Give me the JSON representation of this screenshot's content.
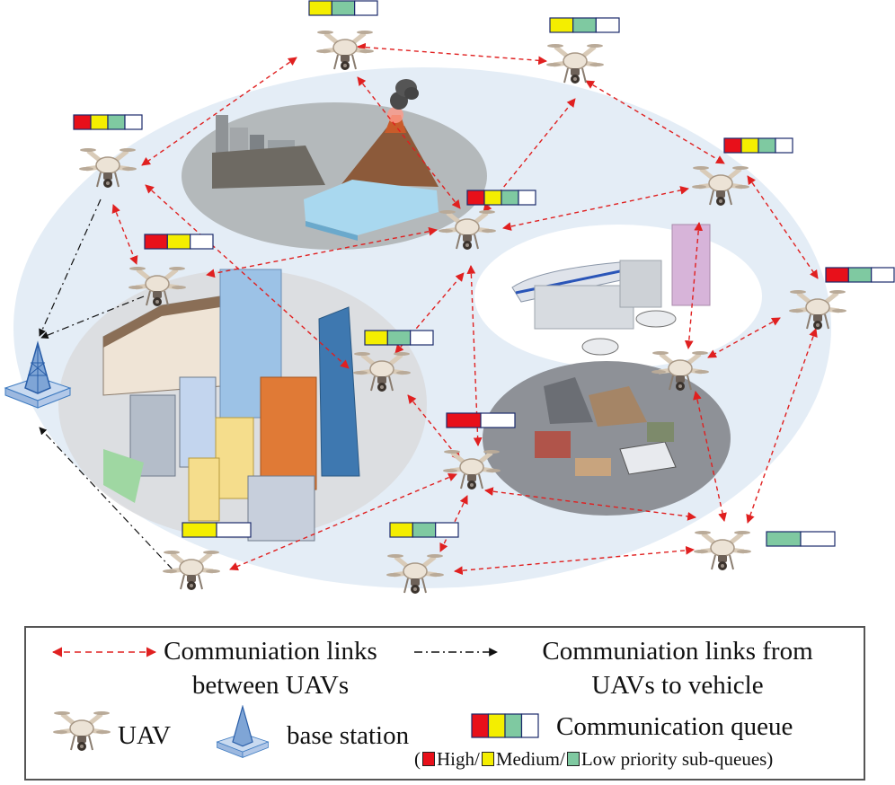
{
  "colors": {
    "high": "#e8101a",
    "medium": "#f4ee00",
    "low": "#7fc9a1",
    "empty": "#ffffff",
    "queue_border": "#1b2a6b",
    "link_uav": "#e02020",
    "link_vehicle": "#111111",
    "ellipse": "#e4edf6",
    "base_station": "#3d7ac0"
  },
  "legend": {
    "uav_links_line1": "Communiation links",
    "uav_links_line2": "between UAVs",
    "vehicle_links_line1": "Communiation links from",
    "vehicle_links_line2": "UAVs to vehicle",
    "uav_label": "UAV",
    "base_station_label": "base station",
    "queue_label": "Communication queue",
    "priority_open": "(",
    "priority_high": "High/",
    "priority_medium": "Medium/",
    "priority_low": "Low priority sub-queues)"
  },
  "uav_queues": [
    {
      "id": "top-center",
      "segments": [
        "medium",
        "low",
        "empty"
      ]
    },
    {
      "id": "top-right",
      "segments": [
        "medium",
        "low",
        "empty"
      ]
    },
    {
      "id": "upper-left",
      "segments": [
        "high",
        "medium",
        "low",
        "empty"
      ]
    },
    {
      "id": "right-upper",
      "segments": [
        "high",
        "medium",
        "low",
        "empty"
      ]
    },
    {
      "id": "center",
      "segments": [
        "high",
        "medium",
        "low",
        "empty"
      ]
    },
    {
      "id": "left-mid",
      "segments": [
        "high",
        "medium",
        "empty"
      ]
    },
    {
      "id": "far-right",
      "segments": [
        "high",
        "low",
        "empty"
      ]
    },
    {
      "id": "middle",
      "segments": [
        "medium",
        "low",
        "empty"
      ]
    },
    {
      "id": "lower-center",
      "segments": [
        "high",
        "empty"
      ]
    },
    {
      "id": "bottom-left",
      "segments": [
        "medium",
        "empty"
      ]
    },
    {
      "id": "bottom-center",
      "segments": [
        "medium",
        "low",
        "empty"
      ]
    },
    {
      "id": "bottom-right",
      "segments": [
        "low",
        "empty"
      ]
    },
    {
      "id": "right-mid",
      "segments": []
    }
  ],
  "legend_queue_segments": [
    "high",
    "medium",
    "low",
    "empty"
  ]
}
